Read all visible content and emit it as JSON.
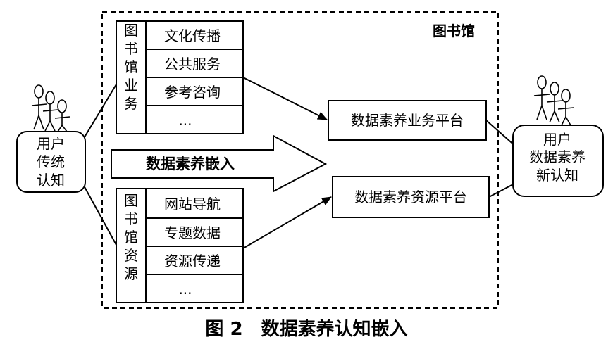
{
  "library_label": "图书馆",
  "business_group": {
    "label": "图书馆业务",
    "items": [
      "文化传播",
      "公共服务",
      "参考咨询",
      "..."
    ]
  },
  "resource_group": {
    "label": "图书馆资源",
    "items": [
      "网站导航",
      "专题数据",
      "资源传递",
      "..."
    ]
  },
  "embed_arrow_label": "数据素养嵌入",
  "business_platform": "数据素养业务平台",
  "resource_platform": "数据素养资源平台",
  "user_traditional": [
    "用户",
    "传统",
    "认知"
  ],
  "user_new": [
    "用户",
    "数据素养",
    "新认知"
  ],
  "caption": "图 2　数据素养认知嵌入"
}
